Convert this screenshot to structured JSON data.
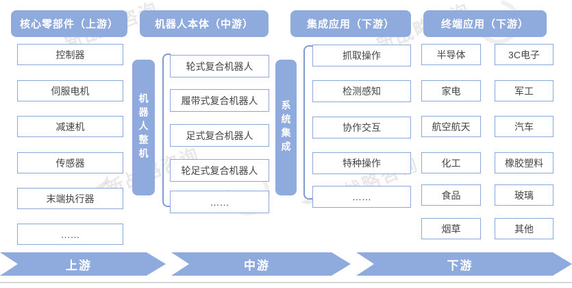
{
  "watermark": {
    "text": "新战略咨询"
  },
  "headers": {
    "core_components": "核心零部件（上游）",
    "robot_body": "机器人本体（中游）",
    "integrated_application": "集成应用（下游）",
    "terminal_application": "终端应用（下游）"
  },
  "upstream": {
    "items": [
      "控制器",
      "伺服电机",
      "减速机",
      "传感器",
      "末端执行器",
      "……"
    ]
  },
  "midstream": {
    "left_bar": "机器人整机",
    "right_bar": "系统集成",
    "items": [
      "轮式复合机器人",
      "履带式复合机器人",
      "足式复合机器人",
      "轮足式复合机器人",
      "……"
    ]
  },
  "integration": {
    "items": [
      "抓取操作",
      "检测感知",
      "协作交互",
      "特种操作",
      "……"
    ]
  },
  "terminal": {
    "col1": [
      "半导体",
      "家电",
      "航空航天",
      "化工",
      "食品",
      "烟草"
    ],
    "col2": [
      "3C电子",
      "军工",
      "汽车",
      "橡胶塑料",
      "玻璃",
      "其他"
    ]
  },
  "flow": {
    "stages": [
      "上游",
      "中游",
      "下游"
    ]
  },
  "colors": {
    "primary_blue": "#8FAADC",
    "box_border": "#8CA6D8",
    "bracket_blue": "#7F9CCD",
    "text_dark": "#444444",
    "header_text": "#FFFFFF"
  }
}
